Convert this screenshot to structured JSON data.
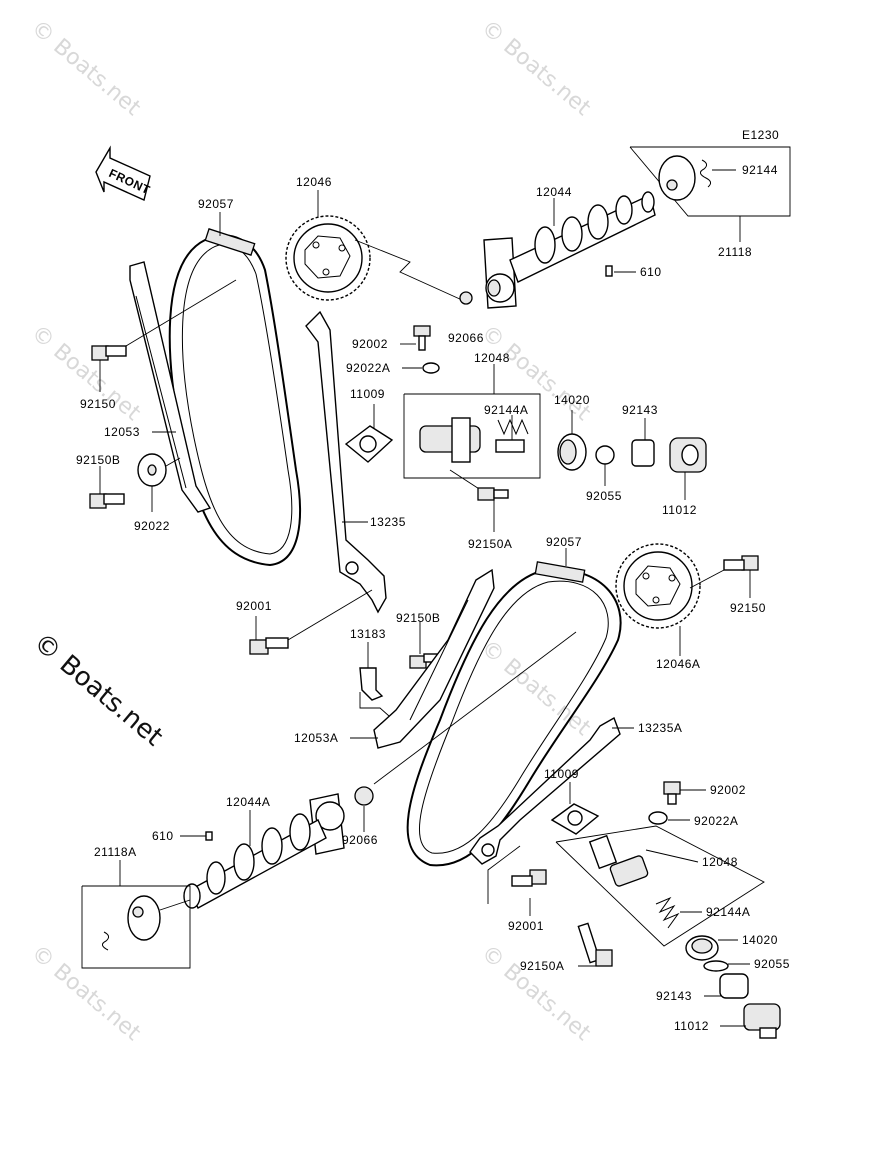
{
  "diagram_code": "E1230",
  "front_label": "FRONT",
  "watermarks": {
    "faint": "© Boats.net",
    "main": "© Boats.net"
  },
  "labels": {
    "p92144_top": "92144",
    "p12044_top": "12044",
    "p21118_top": "21118",
    "p610_top": "610",
    "p12046_top": "12046",
    "p92057_top": "92057",
    "p92066_top": "92066",
    "p92002_top": "92002",
    "p92022A_top": "92022A",
    "p12048_top": "12048",
    "p11009_top": "11009",
    "p92144A_top": "92144A",
    "p14020_top": "14020",
    "p92143_top": "92143",
    "p92150_left": "92150",
    "p12053": "12053",
    "p92150B_left": "92150B",
    "p92022": "92022",
    "p92055_top": "92055",
    "p11012_top": "11012",
    "p13235": "13235",
    "p92150A_top": "92150A",
    "p92057_mid": "92057",
    "p92001_top": "92001",
    "p92150B_mid": "92150B",
    "p13183": "13183",
    "p92150_right": "92150",
    "p12046A": "12046A",
    "p12053A": "12053A",
    "p13235A": "13235A",
    "p11009_bot": "11009",
    "p12044A": "12044A",
    "p610_bot": "610",
    "p92066_bot": "92066",
    "p92002_bot": "92002",
    "p92022A_bot": "92022A",
    "p21118A": "21118A",
    "p12048_bot": "12048",
    "p92001_bot": "92001",
    "p92144A_bot": "92144A",
    "p14020_bot": "14020",
    "p92150A_bot": "92150A",
    "p92055_bot": "92055",
    "p92143_bot": "92143",
    "p11012_bot": "11012"
  }
}
